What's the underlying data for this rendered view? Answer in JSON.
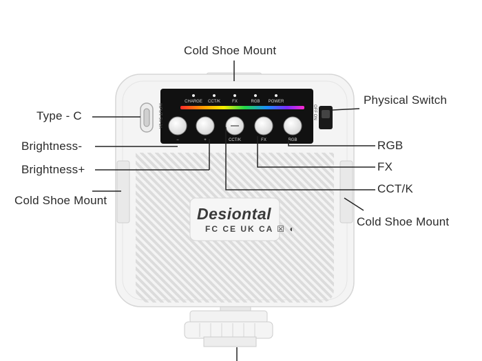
{
  "labels": {
    "top_mount": "Cold Shoe Mount",
    "type_c": "Type - C",
    "brightness_minus": "Brightness-",
    "brightness_plus": "Brightness+",
    "left_mount": "Cold Shoe Mount",
    "physical_switch": "Physical Switch",
    "rgb": "RGB",
    "fx": "FX",
    "cct": "CCT/K",
    "right_mount": "Cold Shoe Mount"
  },
  "panel": {
    "indicators": [
      "CHARGE",
      "CCT/K",
      "FX",
      "RGB",
      "POWER"
    ],
    "buttons": [
      "−",
      "+",
      "CCT/K",
      "FX",
      "RGB"
    ],
    "input_text": "INPUT: 5V 2A",
    "switch_text": "OFF ON"
  },
  "device": {
    "brand": "Desiontal",
    "certifications": "FC CE UK CA ☒ ◐"
  },
  "colors": {
    "body": "#f3f3f3",
    "panel": "#111111",
    "line": "#222222"
  }
}
